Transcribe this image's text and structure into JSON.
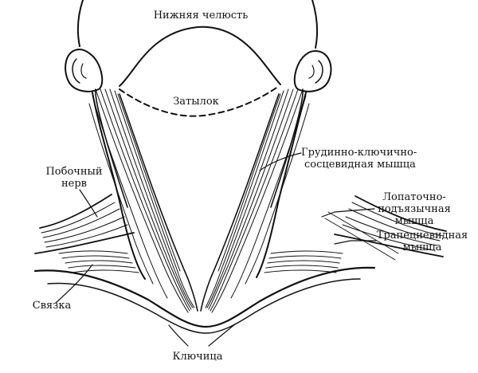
{
  "labels": {
    "jaw": "Нижняя челюсть",
    "occiput": "Затылок",
    "scm_line1": "Грудинно-ключично-",
    "scm_line2": "сосцевидная мышца",
    "accessory_line1": "Побочный",
    "accessory_line2": "нерв",
    "omohyoid_line1": "Лопаточно-",
    "omohyoid_line2": "подъязычная",
    "omohyoid_line3": "мышца",
    "trapezius_line1": "Трапециевидная",
    "trapezius_line2": "мышца",
    "ligament": "Связка",
    "clavicle": "Ключица"
  }
}
